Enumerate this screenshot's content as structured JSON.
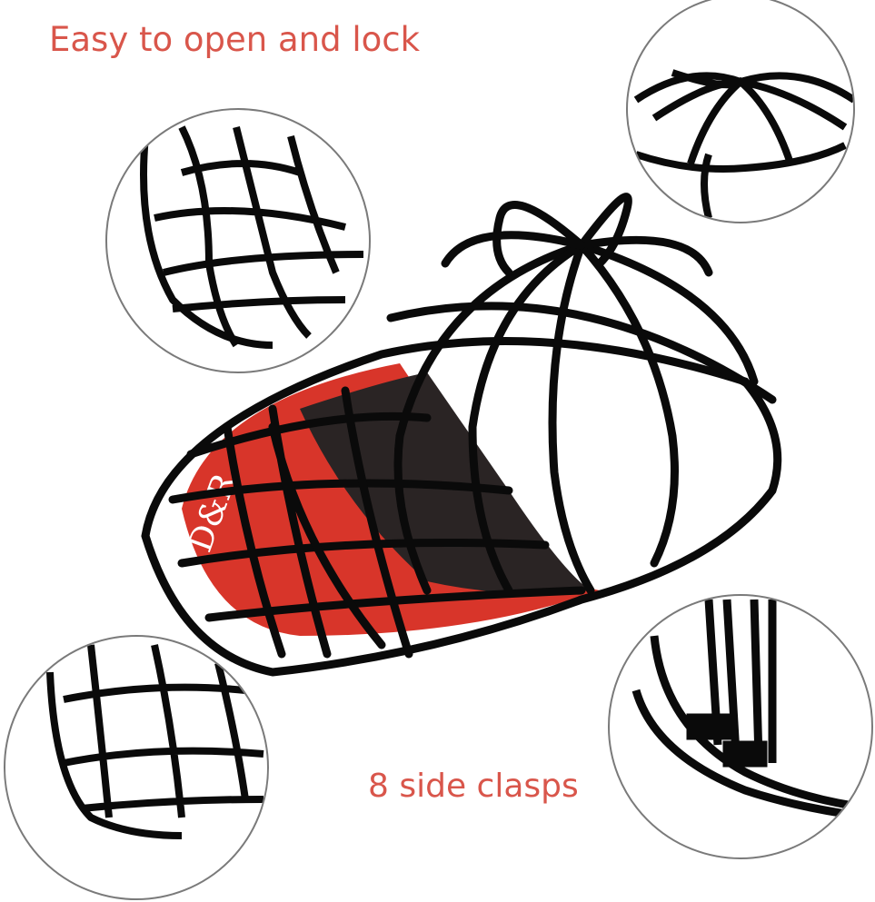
{
  "captions": {
    "top": "Easy to open and lock",
    "bottom": "8 side clasps"
  },
  "colors": {
    "caption": "#d9564b",
    "cage": "#0a0a0a",
    "visor": "#d8352a",
    "circle_border": "#7a7a7a"
  },
  "logo": {
    "brand": "D&R"
  }
}
